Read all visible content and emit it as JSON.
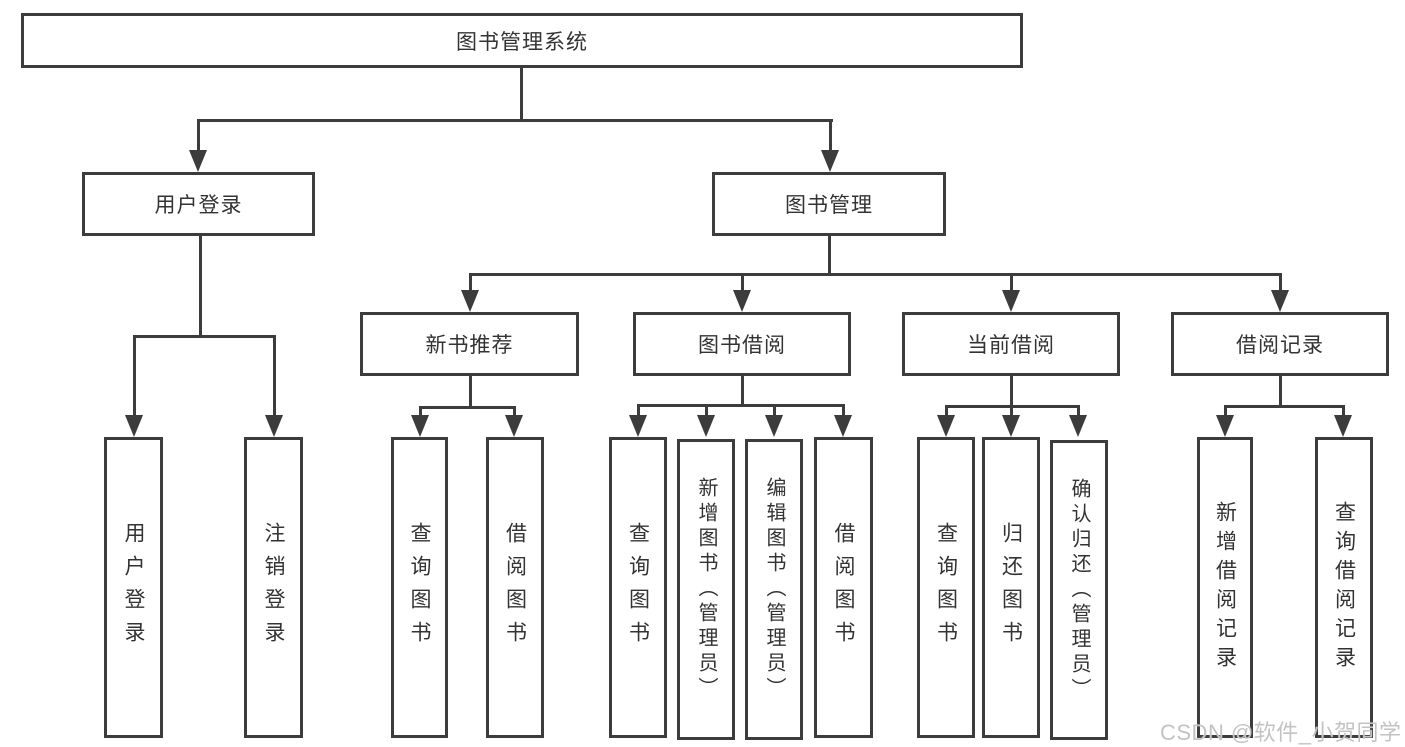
{
  "diagram": {
    "colors": {
      "line": "#3c3c3c",
      "text": "#333333",
      "background": "#ffffff",
      "watermark": "#c3c3c3"
    },
    "root": {
      "label": "图书管理系统"
    },
    "level2": {
      "user_login": {
        "label": "用户登录"
      },
      "book_management": {
        "label": "图书管理"
      }
    },
    "level3": {
      "new_book_recommend": {
        "label": "新书推荐"
      },
      "book_borrow": {
        "label": "图书借阅"
      },
      "current_borrow": {
        "label": "当前借阅"
      },
      "borrow_records": {
        "label": "借阅记录"
      }
    },
    "leaves": {
      "user_login_leaf": {
        "label": "用户登录"
      },
      "logout_leaf": {
        "label": "注销登录"
      },
      "recommend_query_books": {
        "label": "查询图书"
      },
      "recommend_borrow_books": {
        "label": "借阅图书"
      },
      "borrow_query_books": {
        "label": "查询图书"
      },
      "borrow_add_books_admin": {
        "label": "新增图书（管理员）"
      },
      "borrow_edit_books_admin": {
        "label": "编辑图书（管理员）"
      },
      "borrow_borrow_books": {
        "label": "借阅图书"
      },
      "current_query_books": {
        "label": "查询图书"
      },
      "current_return_books": {
        "label": "归还图书"
      },
      "current_confirm_return_admin": {
        "label": "确认归还（管理员）"
      },
      "records_add_record": {
        "label": "新增借阅记录"
      },
      "records_query_record": {
        "label": "查询借阅记录"
      }
    },
    "watermark": "CSDN @软件_小贺同学"
  }
}
